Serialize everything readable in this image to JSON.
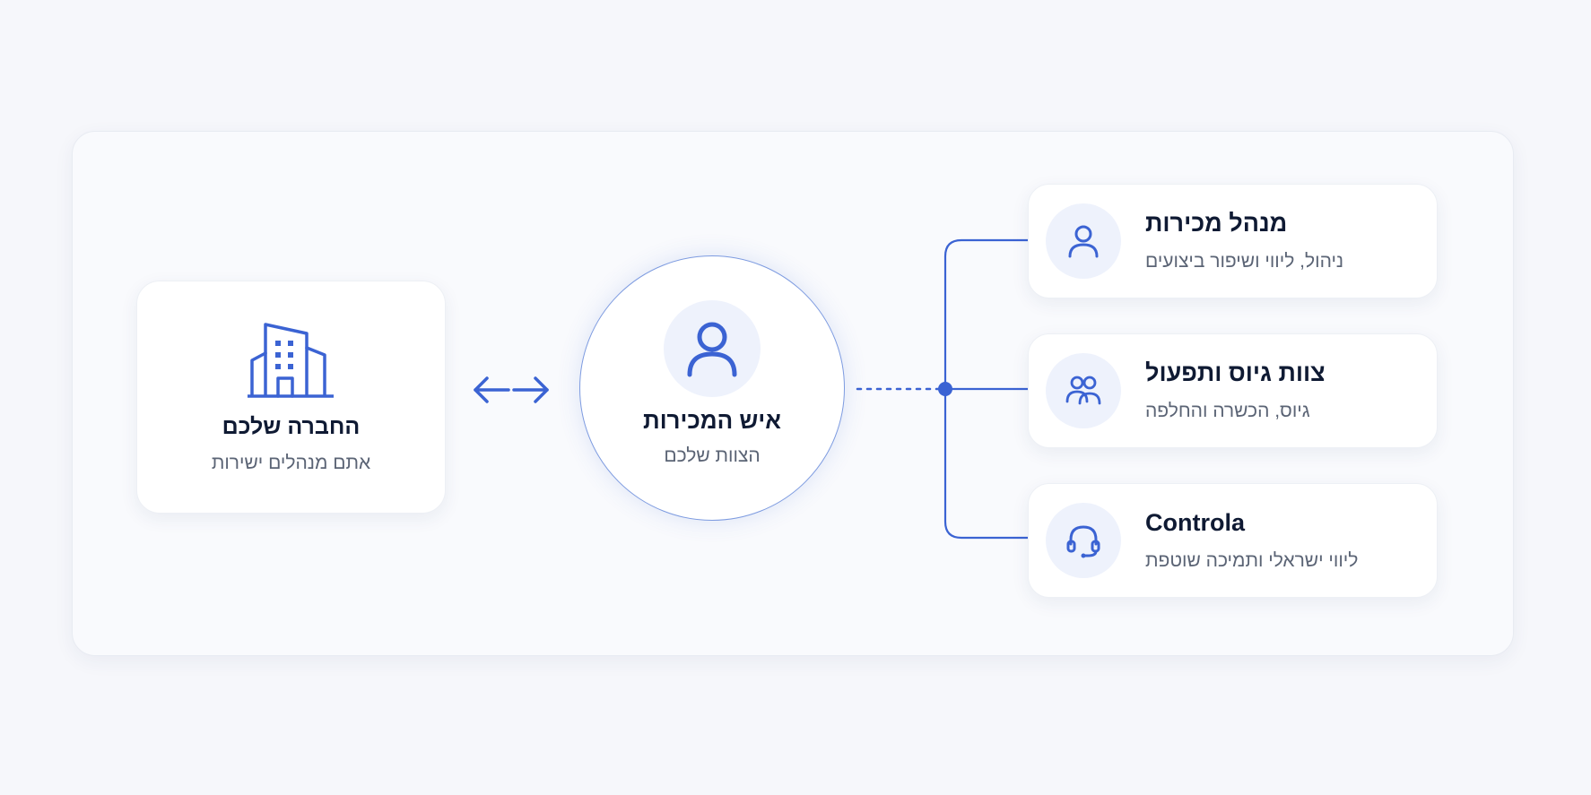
{
  "company": {
    "icon": "building-icon",
    "title": "החברה שלכם",
    "subtitle": "אתם מנהלים ישירות"
  },
  "link_arrow": {
    "icon": "bidirectional-arrow-icon"
  },
  "salesman": {
    "icon": "user-icon",
    "title": "איש המכירות",
    "subtitle": "הצוות שלכם"
  },
  "roles": [
    {
      "icon": "user-icon",
      "title": "מנהל מכירות",
      "subtitle": "ניהול, ליווי ושיפור ביצועים"
    },
    {
      "icon": "users-icon",
      "title": "צוות גיוס ותפעול",
      "subtitle": "גיוס, הכשרה והחלפה"
    },
    {
      "icon": "headset-icon",
      "title": "Controla",
      "subtitle": "ליווי ישראלי ותמיכה שוטפת"
    }
  ],
  "colors": {
    "accent": "#3b63d3",
    "accent_light": "#eef2fc",
    "text_primary": "#0f1a33",
    "text_secondary": "#5b6475",
    "background": "#f6f7fb"
  }
}
